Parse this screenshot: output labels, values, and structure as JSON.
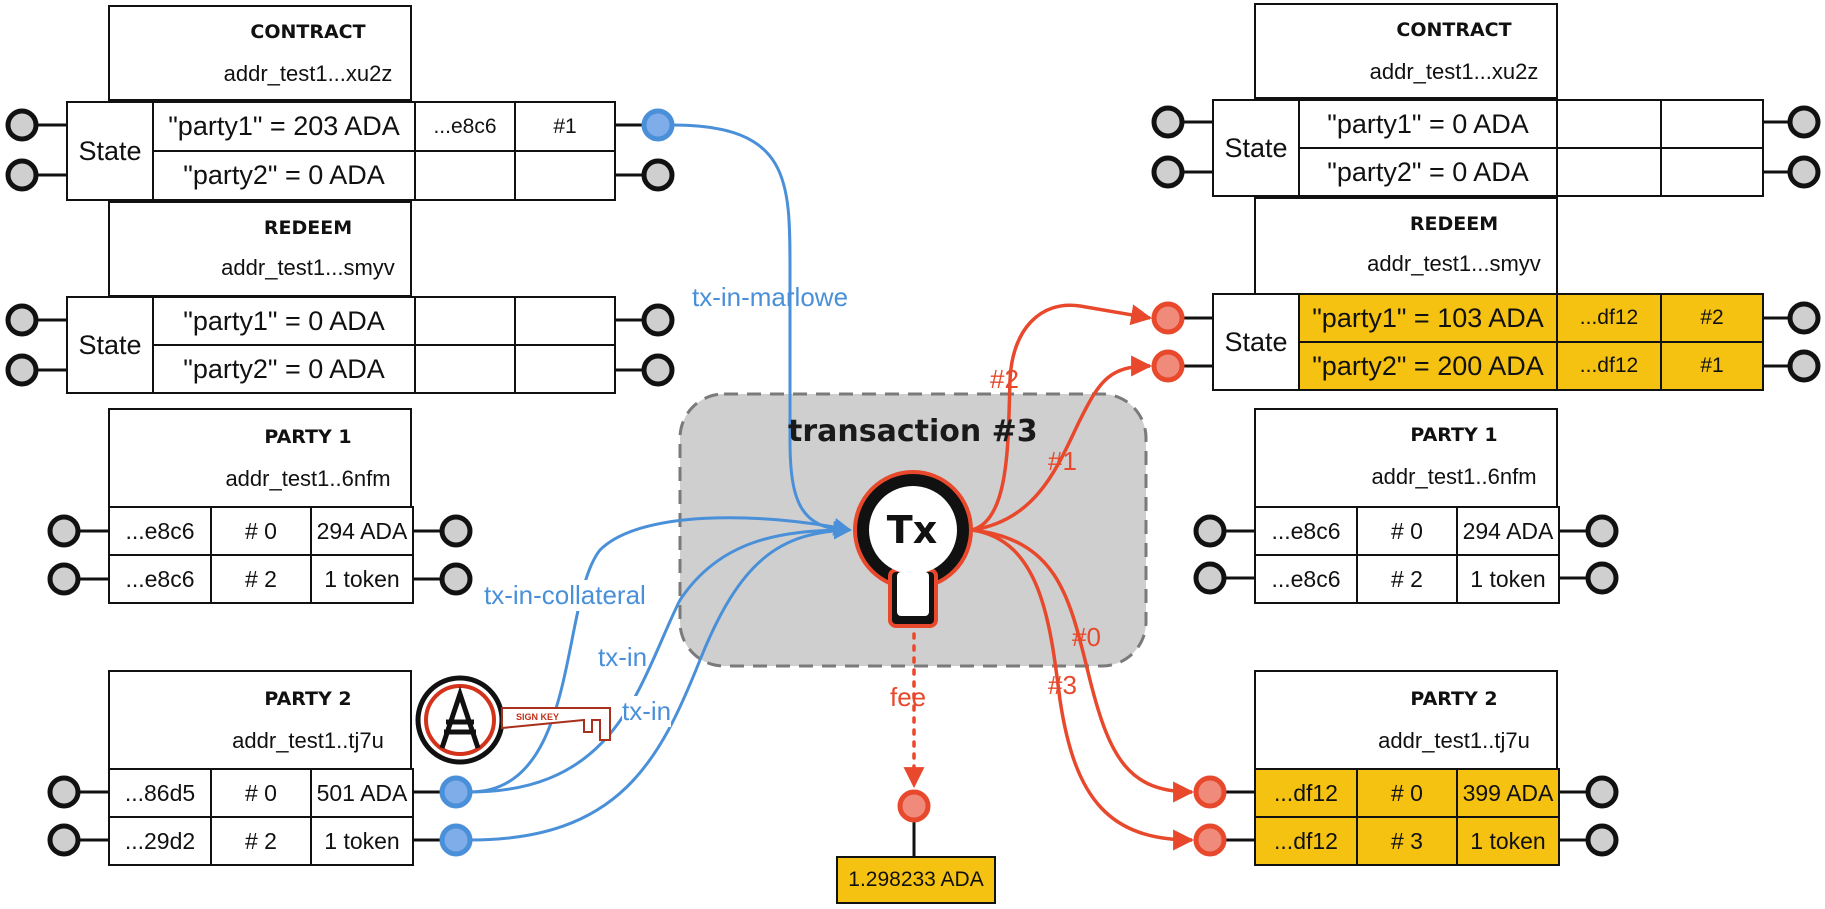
{
  "colors": {
    "input": "#4a90d9",
    "output": "#e8482b",
    "highlight": "#f5c211",
    "box": "#cfcfcf"
  },
  "transaction": {
    "title": "transaction #3",
    "node_label": "Tx",
    "fee_label": "fee",
    "fee_value": "1.298233 ADA"
  },
  "edge_labels": {
    "tx_in_marlowe": "tx-in-marlowe",
    "tx_in_collateral": "tx-in-collateral",
    "tx_in_1": "tx-in",
    "tx_in_2": "tx-in",
    "out_2": "#2",
    "out_1": "#1",
    "out_0": "#0",
    "out_3": "#3"
  },
  "sign_key": {
    "icon": "ada-sign-key-icon",
    "text": "SIGN KEY"
  },
  "left": {
    "contract": {
      "title": "CONTRACT",
      "address": "addr_test1...xu2z",
      "icon": "octopus-icon",
      "state_label": "State",
      "rows": [
        {
          "text": "\"party1\" = 203 ADA",
          "txid": "...e8c6",
          "index": "#1"
        },
        {
          "text": "\"party2\" = 0 ADA",
          "txid": "",
          "index": ""
        }
      ]
    },
    "redeem": {
      "title": "REDEEM",
      "address": "addr_test1...smyv",
      "icon": "octopus-icon",
      "state_label": "State",
      "rows": [
        {
          "text": "\"party1\" = 0 ADA",
          "txid": "",
          "index": ""
        },
        {
          "text": "\"party2\" = 0 ADA",
          "txid": "",
          "index": ""
        }
      ]
    },
    "party1": {
      "title": "PARTY  1",
      "address": "addr_test1..6nfm",
      "icon": "knight-icon",
      "rows": [
        {
          "txid": "...e8c6",
          "index": "# 0",
          "value": "294 ADA"
        },
        {
          "txid": "...e8c6",
          "index": "# 2",
          "value": "1 token"
        }
      ]
    },
    "party2": {
      "title": "PARTY  2",
      "address": "addr_test1..tj7u",
      "icon": "owl-icon",
      "rows": [
        {
          "txid": "...86d5",
          "index": "# 0",
          "value": "501 ADA"
        },
        {
          "txid": "...29d2",
          "index": "# 2",
          "value": "1 token"
        }
      ]
    }
  },
  "right": {
    "contract": {
      "title": "CONTRACT",
      "address": "addr_test1...xu2z",
      "icon": "octopus-icon",
      "state_label": "State",
      "rows": [
        {
          "text": "\"party1\" = 0 ADA",
          "txid": ""
        },
        {
          "text": "\"party2\" = 0 ADA",
          "txid": ""
        }
      ]
    },
    "redeem": {
      "title": "REDEEM",
      "address": "addr_test1...smyv",
      "icon": "octopus-icon",
      "state_label": "State",
      "rows": [
        {
          "text": "\"party1\" = 103 ADA",
          "txid": "...df12",
          "index": "#2"
        },
        {
          "text": "\"party2\" = 200 ADA",
          "txid": "...df12",
          "index": "#1"
        }
      ]
    },
    "party1": {
      "title": "PARTY  1",
      "address": "addr_test1..6nfm",
      "icon": "knight-icon",
      "rows": [
        {
          "txid": "...e8c6",
          "index": "# 0",
          "value": "294 ADA"
        },
        {
          "txid": "...e8c6",
          "index": "# 2",
          "value": "1 token"
        }
      ]
    },
    "party2": {
      "title": "PARTY  2",
      "address": "addr_test1..tj7u",
      "icon": "owl-icon",
      "rows": [
        {
          "txid": "...df12",
          "index": "# 0",
          "value": "399 ADA"
        },
        {
          "txid": "...df12",
          "index": "# 3",
          "value": "1 token"
        }
      ]
    }
  }
}
